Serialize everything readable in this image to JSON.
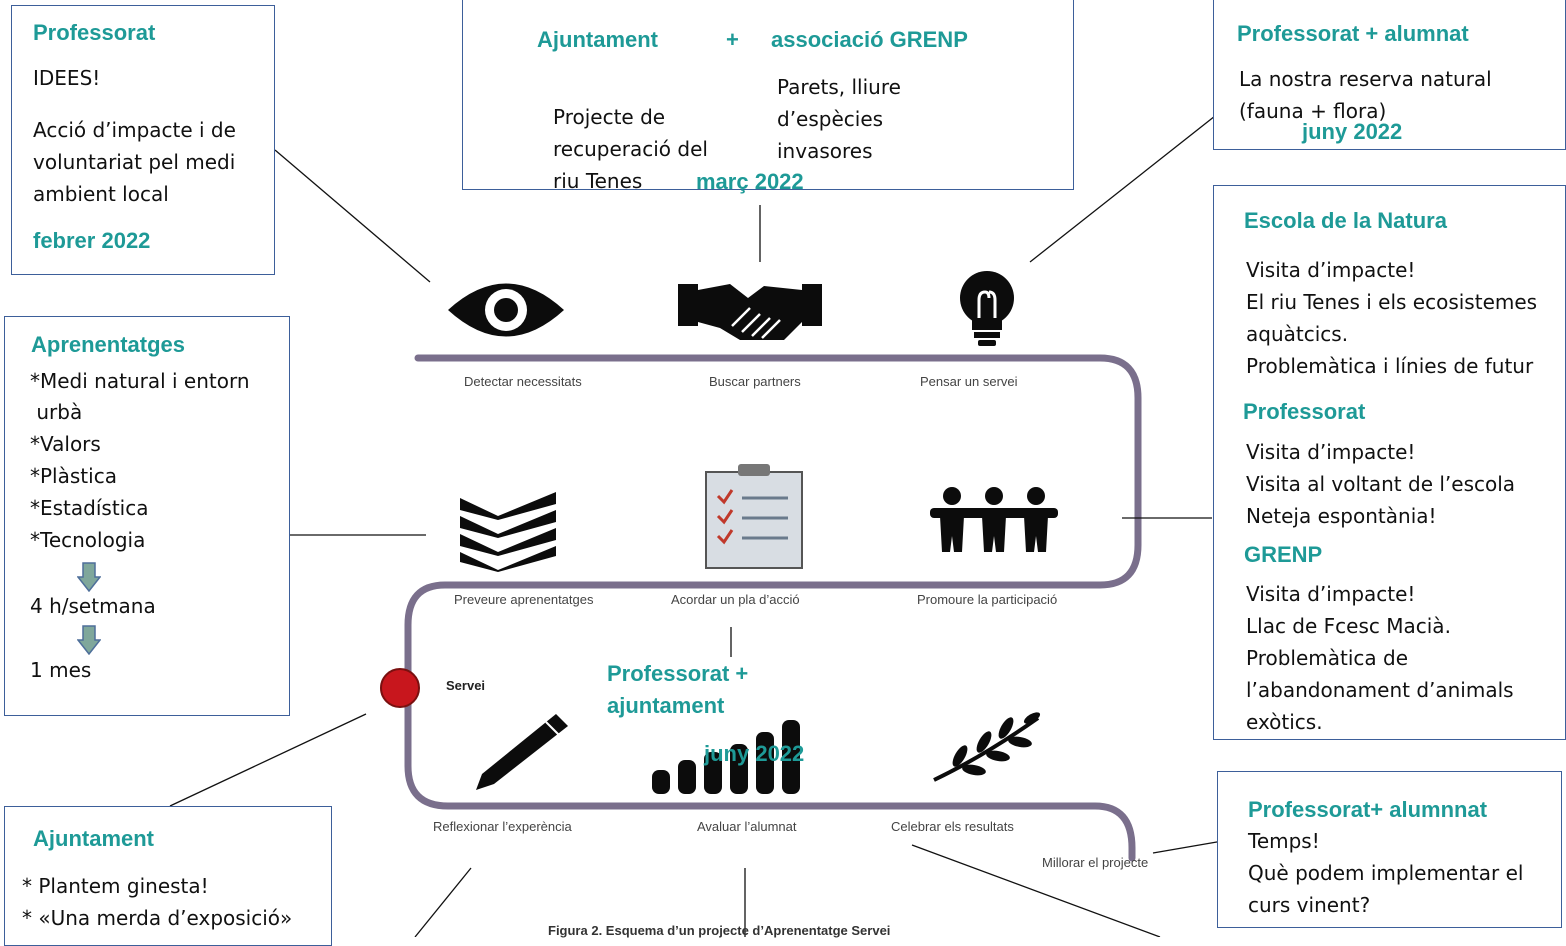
{
  "boxes": {
    "box1": {
      "header": "Professorat",
      "lines": [
        "IDEES!",
        "Acció d’impacte i de",
        "voluntariat pel medi",
        "ambient local"
      ],
      "date": "febrer 2022"
    },
    "box2": {
      "header_a": "Ajuntament",
      "plus": "+",
      "header_b": "associació GRENP",
      "left_lines": [
        "Projecte de",
        "recuperació del",
        "riu Tenes"
      ],
      "right_lines": [
        "Parets, lliure",
        "d’espècies",
        "invasores"
      ],
      "date": "març 2022"
    },
    "box3": {
      "header": "Professorat + alumnat",
      "lines": [
        "La nostra reserva natural",
        "(fauna + flora)"
      ],
      "date": "juny 2022"
    },
    "box4": {
      "header": "Aprenentatges",
      "lines": [
        "*Medi natural i entorn",
        " urbà",
        "*Valors",
        "*Plàstica",
        "*Estadística",
        "*Tecnologia"
      ],
      "hours": "4 h/setmana",
      "duration": "1 mes"
    },
    "box5": {
      "header1": "Escola de la Natura",
      "lines1": [
        "Visita d’impacte!",
        "El riu Tenes i els ecosistemes",
        "aquàtcics.",
        "Problemàtica i línies de futur"
      ],
      "header2": "Professorat",
      "lines2": [
        "Visita d’impacte!",
        "Visita al voltant de l’escola",
        "Neteja espontània!"
      ],
      "header3": "GRENP",
      "lines3": [
        "Visita d’impacte!",
        "Llac de Fcesc Macià.",
        "Problemàtica de",
        "l’abandonament d’animals",
        "exòtics."
      ]
    },
    "box6": {
      "header": "Ajuntament",
      "lines": [
        "* Plantem ginesta!",
        "* «Una merda d’exposició»"
      ]
    },
    "box7": {
      "header": "Professorat+ alumnnat",
      "lines": [
        "Temps!",
        "Què podem implementar el",
        "curs vinent?"
      ]
    }
  },
  "center": {
    "header_a": "Professorat +",
    "header_b": "ajuntament",
    "date": "juny 2022"
  },
  "steps": {
    "s1": "Detectar necessitats",
    "s2": "Buscar partners",
    "s3": "Pensar un servei",
    "s4": "Preveure aprenentatges",
    "s5": "Acordar un pla d’acció",
    "s6": "Promoure la participació",
    "s7": "Reflexionar l’experència",
    "s8": "Avaluar l’alumnat",
    "s9": "Celebrar els resultats",
    "s10": "Millorar el projecte",
    "servei": "Servei"
  },
  "caption": "Figura 2. Esquema d’un projecte d’Aprenentatge Servei",
  "colors": {
    "accent": "#1e9a97",
    "border": "#3d5f9a",
    "path": "#7a6f8c",
    "servei_dot": "#c8161d"
  }
}
